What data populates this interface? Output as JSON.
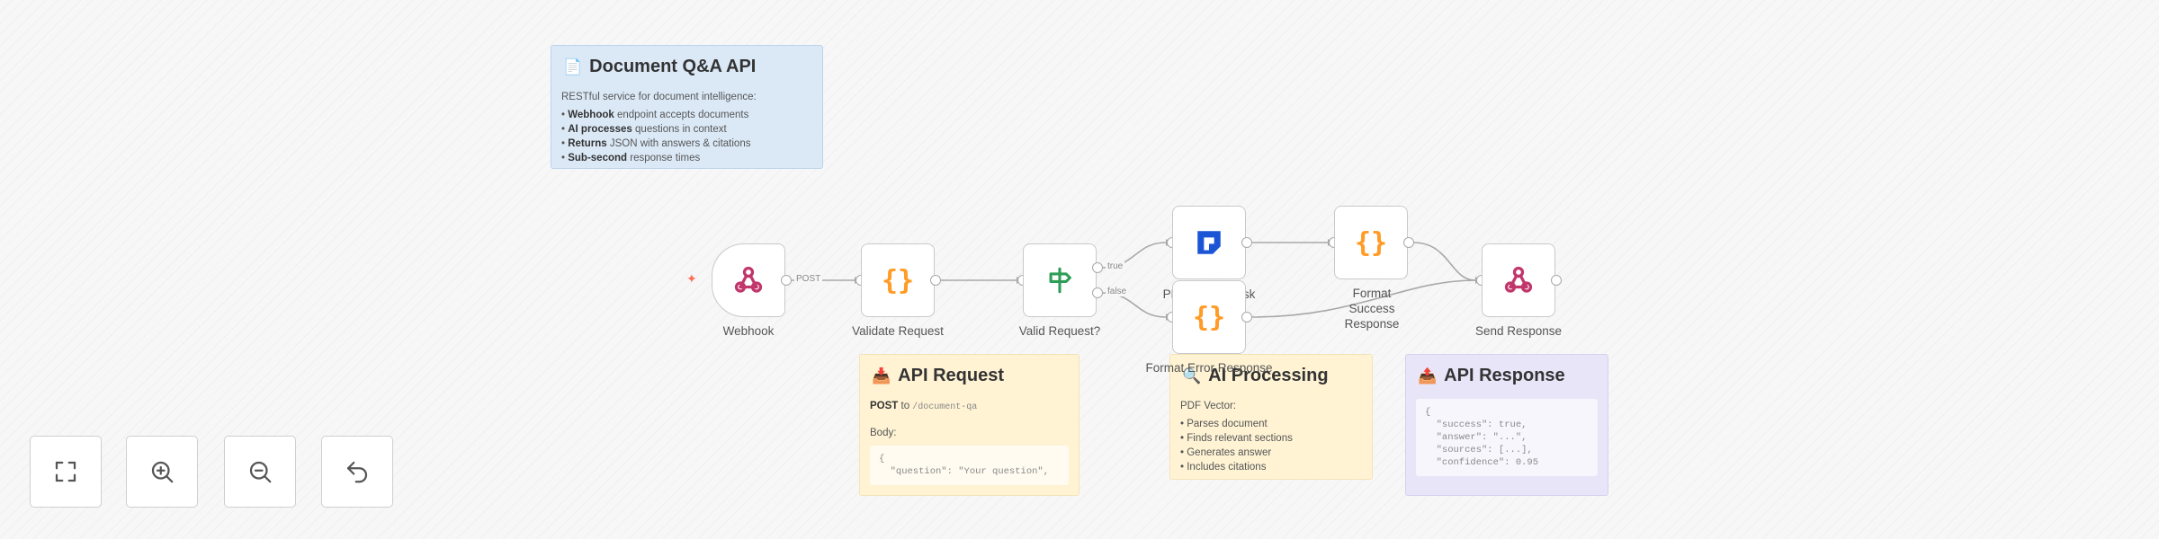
{
  "sticky_notes": {
    "overview": {
      "emoji": "📄",
      "title": "Document Q&A API",
      "intro": "RESTful service for document intelligence:",
      "bullets": [
        {
          "bold": "Webhook",
          "text": " endpoint accepts documents"
        },
        {
          "bold": "AI processes",
          "text": " questions in context"
        },
        {
          "bold": "Returns",
          "text": " JSON with answers & citations"
        },
        {
          "bold": "Sub-second",
          "text": " response times"
        }
      ]
    },
    "api_request": {
      "emoji": "📥",
      "title": "API Request",
      "method": "POST",
      "to_text": " to ",
      "path": "/document-qa",
      "body_label": "Body:",
      "code": "{\n  \"question\": \"Your question\","
    },
    "ai_processing": {
      "emoji": "🔍",
      "title": "AI Processing",
      "intro": "PDF Vector:",
      "bullets": [
        "Parses document",
        "Finds relevant sections",
        "Generates answer",
        "Includes citations"
      ]
    },
    "api_response": {
      "emoji": "📤",
      "title": "API Response",
      "code": "{\n  \"success\": true,\n  \"answer\": \"...\",\n  \"sources\": [...],\n  \"confidence\": 0.95"
    }
  },
  "nodes": {
    "webhook": {
      "label": "Webhook",
      "icon": "webhook-icon"
    },
    "validate_request": {
      "label": "Validate Request",
      "icon": "code-braces-icon"
    },
    "valid_request": {
      "label": "Valid Request?",
      "icon": "if-branch-icon"
    },
    "pdf_vector": {
      "label": "PDF Vector - Ask",
      "icon": "pdf-vector-icon"
    },
    "format_error": {
      "label": "Format Error Response",
      "icon": "code-braces-icon"
    },
    "format_success": {
      "label": "Format Success Response",
      "icon": "code-braces-icon"
    },
    "send_response": {
      "label": "Send Response",
      "icon": "webhook-icon"
    }
  },
  "edge_labels": {
    "post": "POST",
    "true": "true",
    "false": "false"
  },
  "controls": [
    {
      "name": "fit-view-button",
      "icon": "fit-view-icon"
    },
    {
      "name": "zoom-in-button",
      "icon": "zoom-in-icon"
    },
    {
      "name": "zoom-out-button",
      "icon": "zoom-out-icon"
    },
    {
      "name": "reset-zoom-button",
      "icon": "undo-icon"
    }
  ],
  "colors": {
    "accent": "#ff6d5a",
    "braces": "#ff9b26",
    "if_green": "#2e9e57",
    "pdf_blue": "#1b55d6",
    "webhook_pink": "#c1366b"
  }
}
